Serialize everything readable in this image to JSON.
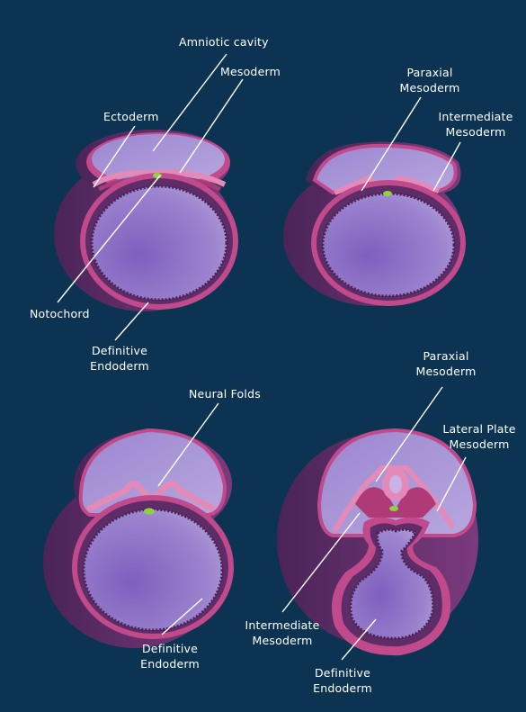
{
  "labels": {
    "amniotic_cavity": "Amniotic cavity",
    "mesoderm": "Mesoderm",
    "ectoderm": "Ectoderm",
    "notochord": "Notochord",
    "definitive_endoderm_1": [
      "Definitive",
      "Endoderm"
    ],
    "paraxial_mesoderm_1": [
      "Paraxial",
      "Mesoderm"
    ],
    "intermediate_mesoderm_1": [
      "Intermediate",
      "Mesoderm"
    ],
    "neural_folds": "Neural Folds",
    "definitive_endoderm_3": [
      "Definitive",
      "Endoderm"
    ],
    "paraxial_mesoderm_2": [
      "Paraxial",
      "Mesoderm"
    ],
    "lateral_plate_mesoderm": [
      "Lateral Plate",
      "Mesoderm"
    ],
    "intermediate_mesoderm_2": [
      "Intermediate",
      "Mesoderm"
    ],
    "definitive_endoderm_4": [
      "Definitive",
      "Endoderm"
    ]
  },
  "colors": {
    "background": "#0c3452",
    "tissue_outer": "#6b2f6e",
    "ectoderm": "#c04a8c",
    "mesoderm": "#b03a78",
    "cavity": "#9a82cc",
    "yolk_sac": "#8a6cc0",
    "notochord": "#8ed23c"
  }
}
